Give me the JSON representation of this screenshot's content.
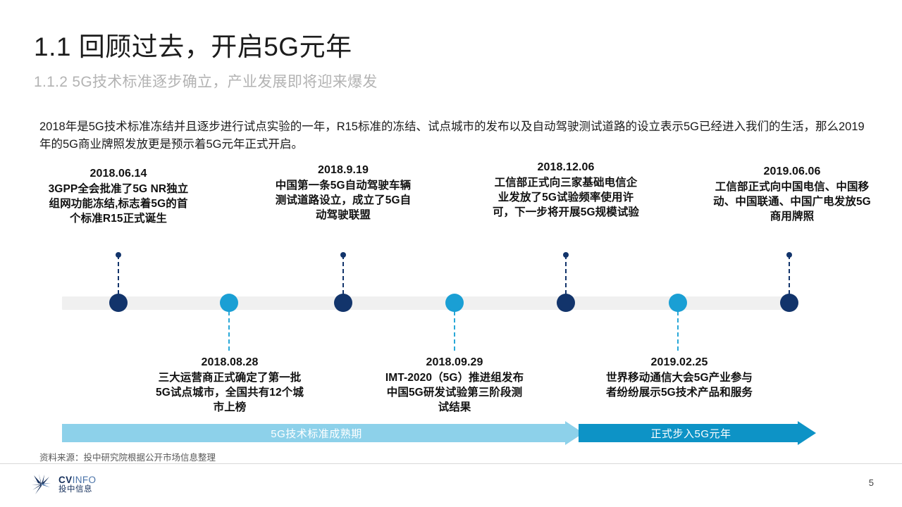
{
  "header": {
    "title": "1.1 回顾过去，开启5G元年",
    "subtitle": "1.1.2 5G技术标准逐步确立，产业发展即将迎来爆发"
  },
  "body": {
    "paragraph": "2018年是5G技术标准冻结并且逐步进行试点实验的一年，R15标准的冻结、试点城市的发布以及自动驾驶测试道路的设立表示5G已经进入我们的生活，那么2019年的5G商业牌照发放更是预示着5G元年正式开启。"
  },
  "timeline": {
    "colors": {
      "navy_node": "#12346b",
      "cyan_node": "#1a9fd4",
      "track": "#f0f0f0",
      "arrow_light": "#8dd1ea",
      "arrow_dark": "#0d93c6"
    },
    "events": [
      {
        "date": "2018.06.14",
        "text": "3GPP全会批准了5G NR独立组网功能冻结,标志着5G的首个标准R15正式诞生",
        "position": "above",
        "node_color": "navy"
      },
      {
        "date": "2018.08.28",
        "text": "三大运营商正式确定了第一批5G试点城市，全国共有12个城市上榜",
        "position": "below",
        "node_color": "cyan"
      },
      {
        "date": "2018.9.19",
        "text": "中国第一条5G自动驾驶车辆测试道路设立，成立了5G自动驾驶联盟",
        "position": "above",
        "node_color": "navy"
      },
      {
        "date": "2018.09.29",
        "text": "IMT-2020（5G）推进组发布中国5G研发试验第三阶段测试结果",
        "position": "below",
        "node_color": "cyan"
      },
      {
        "date": "2018.12.06",
        "text": "工信部正式向三家基础电信企业发放了5G试验频率使用许可，下一步将开展5G规模试验",
        "position": "above",
        "node_color": "navy"
      },
      {
        "date": "2019.02.25",
        "text": "世界移动通信大会5G产业参与者纷纷展示5G技术产品和服务",
        "position": "below",
        "node_color": "cyan"
      },
      {
        "date": "2019.06.06",
        "text": "工信部正式向中国电信、中国移动、中国联通、中国广电发放5G商用牌照",
        "position": "above",
        "node_color": "navy"
      }
    ],
    "phases": [
      {
        "label": "5G技术标准成熟期",
        "style": "light"
      },
      {
        "label": "正式步入5G元年",
        "style": "dark"
      }
    ]
  },
  "footer": {
    "source": "资料来源：投中研究院根据公开市场信息整理",
    "page_number": "5",
    "logo_en_bold": "CV",
    "logo_en_light": "INFO",
    "logo_cn": "投中信息"
  }
}
